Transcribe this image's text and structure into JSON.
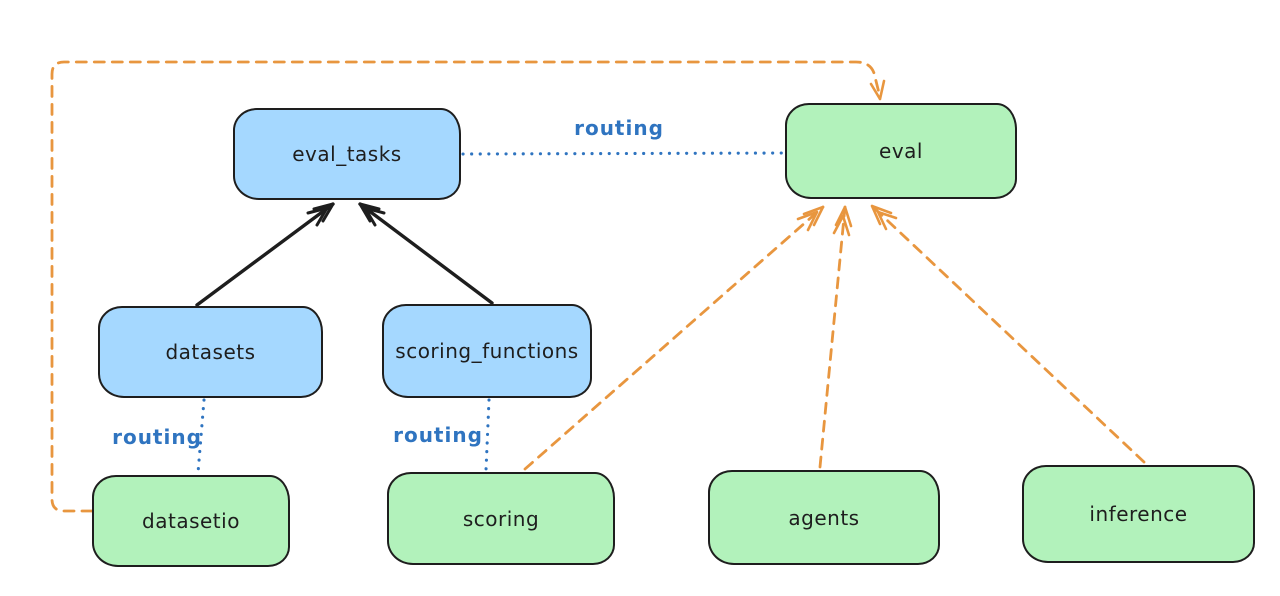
{
  "background": "#ffffff",
  "colors": {
    "node_blue_fill": "#a5d8ff",
    "node_green_fill": "#b2f2bb",
    "node_stroke": "#1e1e1e",
    "solid_arrow": "#1e1e1e",
    "dashed_arrow_orange": "#e8963f",
    "dotted_routing_blue": "#2f74c0"
  },
  "nodes": {
    "eval_tasks": {
      "label": "eval_tasks",
      "fill": "#a5d8ff"
    },
    "eval": {
      "label": "eval",
      "fill": "#b2f2bb"
    },
    "datasets": {
      "label": "datasets",
      "fill": "#a5d8ff"
    },
    "scoring_functions": {
      "label": "scoring_functions",
      "fill": "#a5d8ff"
    },
    "datasetio": {
      "label": "datasetio",
      "fill": "#b2f2bb"
    },
    "scoring": {
      "label": "scoring",
      "fill": "#b2f2bb"
    },
    "agents": {
      "label": "agents",
      "fill": "#b2f2bb"
    },
    "inference": {
      "label": "inference",
      "fill": "#b2f2bb"
    }
  },
  "edges": {
    "datasets_to_eval_tasks": {
      "from": "datasets",
      "to": "eval_tasks",
      "style": "solid",
      "color": "#1e1e1e",
      "arrow": true
    },
    "scoring_functions_to_eval_tasks": {
      "from": "scoring_functions",
      "to": "eval_tasks",
      "style": "solid",
      "color": "#1e1e1e",
      "arrow": true
    },
    "eval_tasks_to_eval": {
      "from": "eval_tasks",
      "to": "eval",
      "style": "dotted",
      "color": "#2f74c0",
      "arrow": false,
      "label": "routing"
    },
    "datasets_to_datasetio": {
      "from": "datasets",
      "to": "datasetio",
      "style": "dotted",
      "color": "#2f74c0",
      "arrow": false,
      "label": "routing"
    },
    "scoring_functions_to_scoring": {
      "from": "scoring_functions",
      "to": "scoring",
      "style": "dotted",
      "color": "#2f74c0",
      "arrow": false,
      "label": "routing"
    },
    "scoring_to_eval": {
      "from": "scoring",
      "to": "eval",
      "style": "dashed",
      "color": "#e8963f",
      "arrow": true
    },
    "agents_to_eval": {
      "from": "agents",
      "to": "eval",
      "style": "dashed",
      "color": "#e8963f",
      "arrow": true
    },
    "inference_to_eval": {
      "from": "inference",
      "to": "eval",
      "style": "dashed",
      "color": "#e8963f",
      "arrow": true
    },
    "datasetio_to_eval": {
      "from": "datasetio",
      "to": "eval",
      "style": "dashed",
      "color": "#e8963f",
      "arrow": true,
      "route": "loop-left-top"
    }
  }
}
